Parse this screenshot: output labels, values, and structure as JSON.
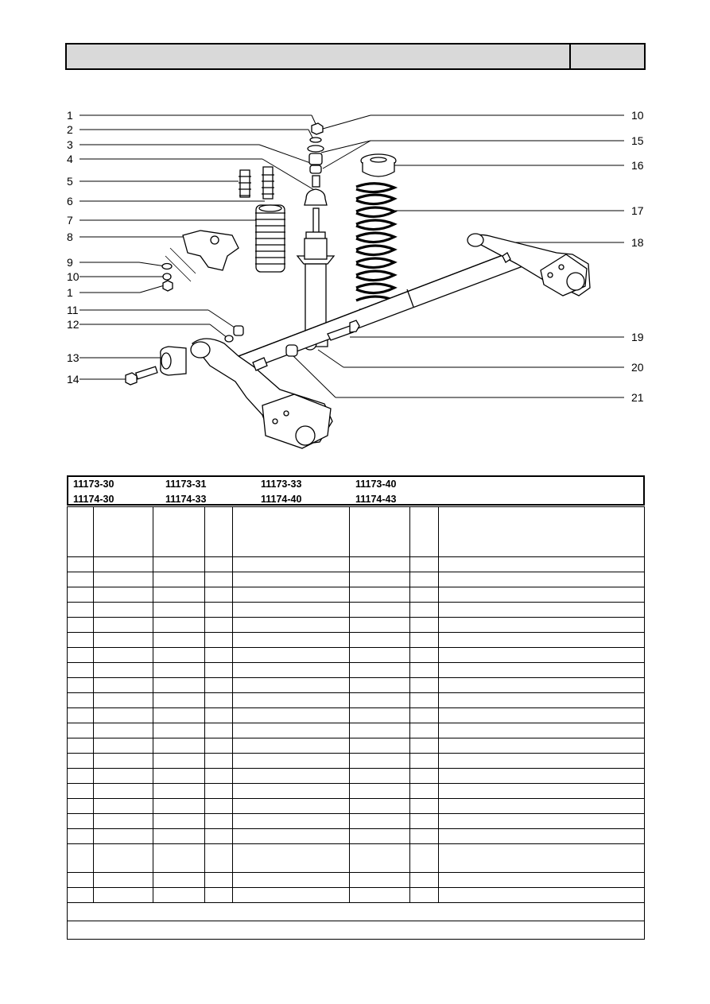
{
  "callouts": {
    "left": [
      "1",
      "2",
      "3",
      "4",
      "5",
      "6",
      "7",
      "8",
      "9",
      "10",
      "1",
      "11",
      "12",
      "13",
      "14"
    ],
    "right": [
      "10",
      "15",
      "16",
      "17",
      "18",
      "19",
      "20",
      "21"
    ]
  },
  "models": {
    "row1": [
      "11173-30",
      "11173-31",
      "11173-33",
      "11173-40"
    ],
    "row2": [
      "11174-30",
      "11174-33",
      "11174-40",
      "11174-43"
    ]
  }
}
